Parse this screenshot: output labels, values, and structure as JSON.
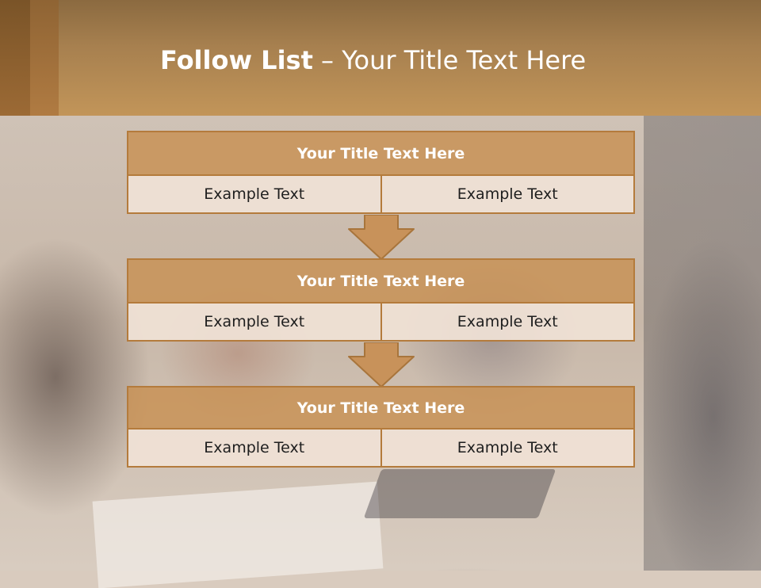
{
  "title": {
    "bold": "Follow List",
    "rest": " – Your Title Text Here"
  },
  "colors": {
    "header": "#c29559",
    "box_fill": "#c89256",
    "box_border": "#b47b3c",
    "cell_fill": "#f0e2d6"
  },
  "steps": [
    {
      "title": "Your Title Text Here",
      "cells": [
        "Example Text",
        "Example Text"
      ]
    },
    {
      "title": "Your Title Text Here",
      "cells": [
        "Example Text",
        "Example Text"
      ]
    },
    {
      "title": "Your Title Text Here",
      "cells": [
        "Example Text",
        "Example Text"
      ]
    }
  ],
  "icons": {
    "connector": "down-arrow-icon"
  }
}
